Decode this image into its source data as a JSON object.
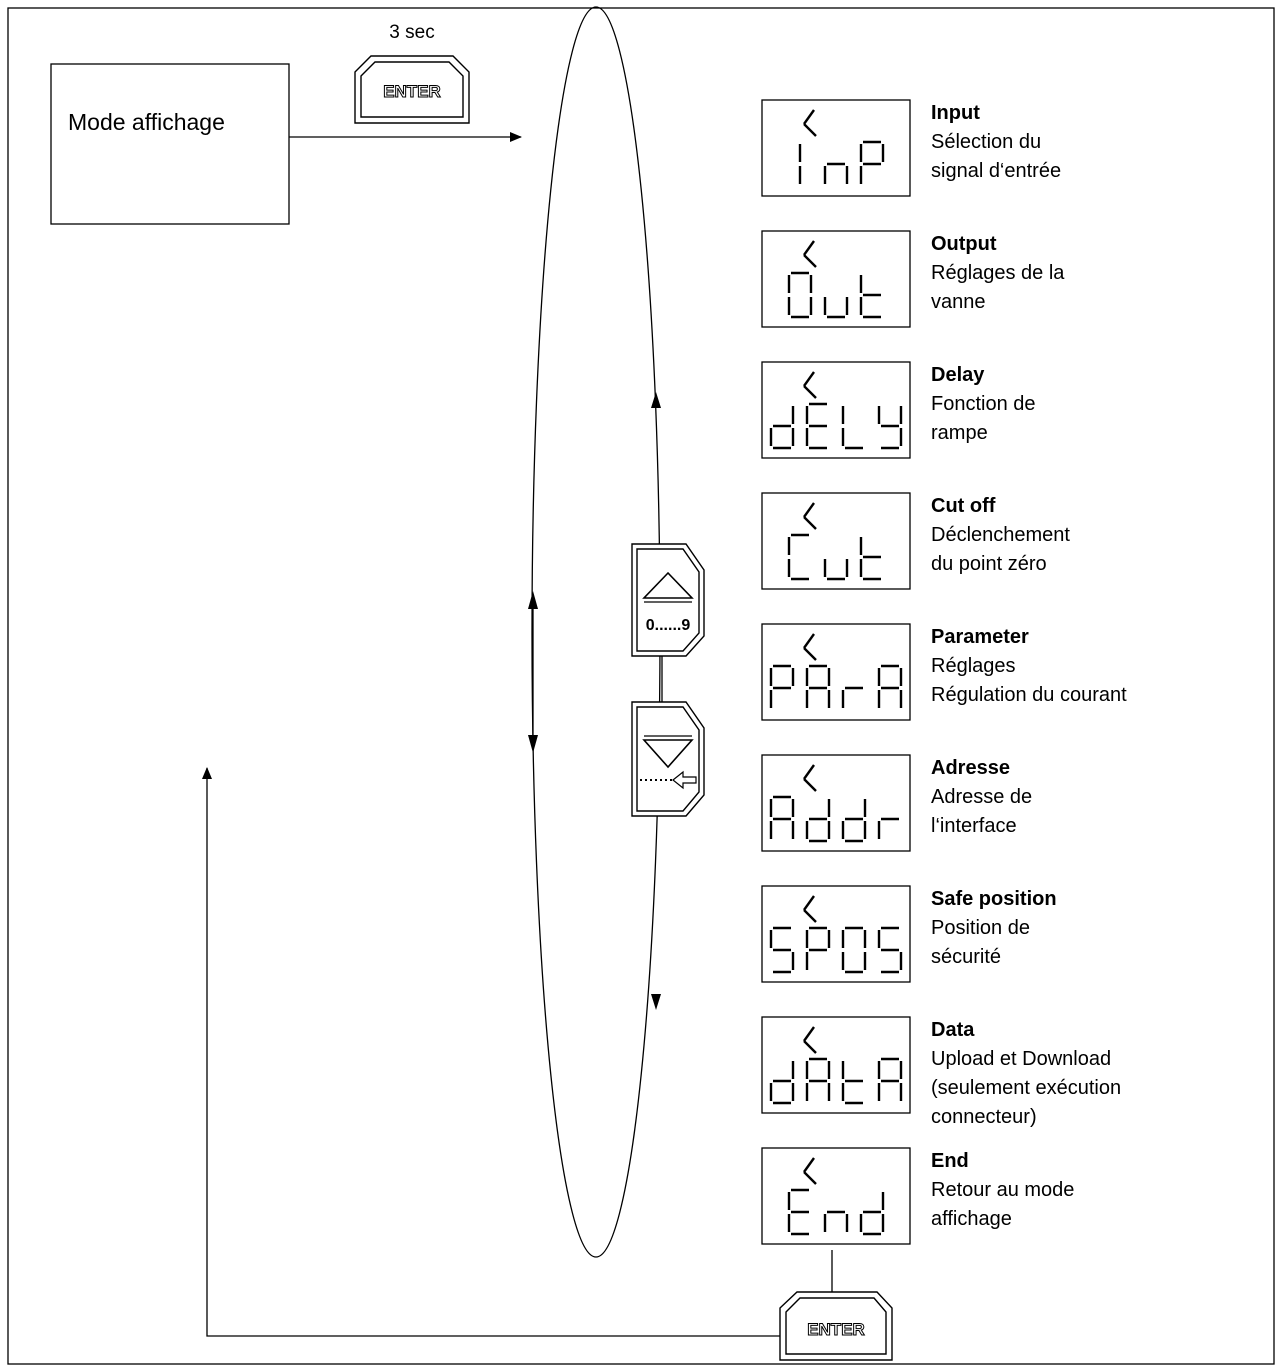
{
  "mode_box": {
    "label": "Mode affichage"
  },
  "enter_top": {
    "label": "ENTER",
    "hold_text": "3 sec"
  },
  "enter_bottom": {
    "label": "ENTER"
  },
  "up_button": {
    "range_label": "0......9"
  },
  "menu_items": [
    {
      "display": "InP",
      "title": "Input",
      "lines": [
        "Sélection du",
        "signal d‘entrée"
      ]
    },
    {
      "display": "Out",
      "title": "Output",
      "lines": [
        "Réglages de la",
        "vanne"
      ]
    },
    {
      "display": "dELY",
      "title": "Delay",
      "lines": [
        "Fonction de",
        "rampe"
      ]
    },
    {
      "display": "Cut",
      "title": "Cut off",
      "lines": [
        "Déclenchement",
        "du point zéro"
      ]
    },
    {
      "display": "PArA",
      "title": "Parameter",
      "lines": [
        "Réglages",
        "Régulation du courant"
      ]
    },
    {
      "display": "Addr",
      "title": "Adresse",
      "lines": [
        "Adresse de",
        "l‘interface"
      ]
    },
    {
      "display": "SPOS",
      "title": "Safe position",
      "lines": [
        "Position de",
        "sécurité"
      ]
    },
    {
      "display": "dAtA",
      "title": "Data",
      "lines": [
        "Upload et Download",
        "(seulement exécution",
        "connecteur)"
      ]
    },
    {
      "display": "End",
      "title": "End",
      "lines": [
        "Retour au mode",
        "affichage"
      ]
    }
  ]
}
